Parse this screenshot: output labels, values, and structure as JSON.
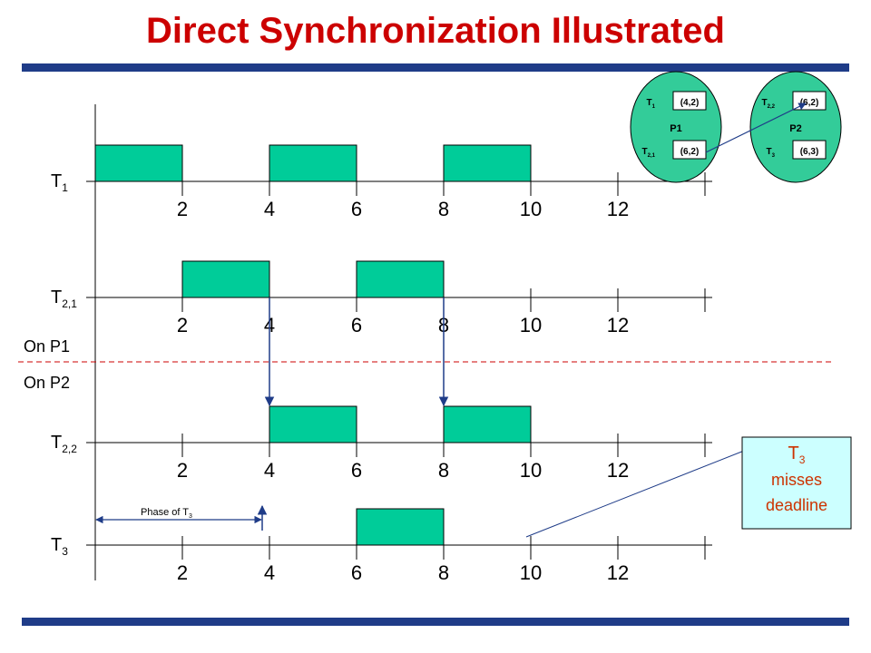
{
  "title": "Direct Synchronization Illustrated",
  "tick_values": [
    "2",
    "4",
    "6",
    "8",
    "10",
    "12"
  ],
  "rows": [
    {
      "label": "T",
      "sub": "1",
      "jobs": [
        [
          0,
          2
        ],
        [
          4,
          6
        ],
        [
          8,
          10
        ]
      ]
    },
    {
      "label": "T",
      "sub": "2,1",
      "jobs": [
        [
          2,
          4
        ],
        [
          6,
          8
        ]
      ]
    },
    {
      "label": "T",
      "sub": "2,2",
      "jobs": [
        [
          4,
          6
        ],
        [
          8,
          10
        ]
      ]
    },
    {
      "label": "T",
      "sub": "3",
      "jobs": [
        [
          6,
          8
        ]
      ]
    }
  ],
  "divider": {
    "above": "On P1",
    "below": "On P2"
  },
  "phase_label": {
    "text": "Phase of T",
    "sub": "3"
  },
  "processors": [
    {
      "name": "P1",
      "tasks": [
        {
          "label": "T",
          "sub": "1",
          "params": "(4,2)"
        },
        {
          "label": "T",
          "sub": "2,1",
          "params": "(6,2)"
        }
      ]
    },
    {
      "name": "P2",
      "tasks": [
        {
          "label": "T",
          "sub": "2,2",
          "params": "(6,2)"
        },
        {
          "label": "T",
          "sub": "3",
          "params": "(6,3)"
        }
      ]
    }
  ],
  "callout": {
    "task": "T",
    "sub": "3",
    "line1": "misses",
    "line2": "deadline"
  },
  "colors": {
    "title": "#cc0000",
    "job_fill": "#00cc99",
    "rule": "#1f3c88",
    "divider": "#cc0000",
    "circle_fill": "#33cc99",
    "callout_fill": "#ccffff",
    "callout_text": "#cc3300",
    "arrow": "#1f3c88"
  }
}
